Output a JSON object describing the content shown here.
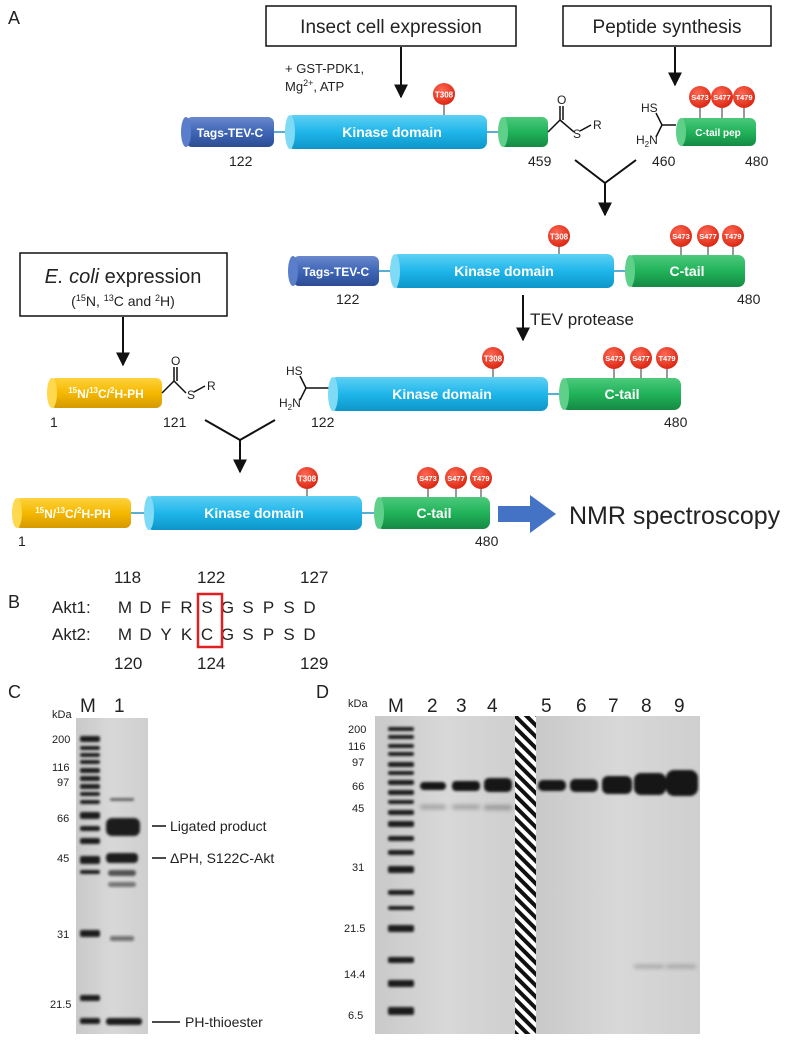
{
  "panels": {
    "a": "A",
    "b": "B",
    "c": "C",
    "d": "D"
  },
  "panel_a": {
    "insect_box": "Insect cell expression",
    "peptide_box": "Peptide synthesis",
    "reagent_line1": "+ GST-PDK1,",
    "reagent_line2_pre": "Mg",
    "reagent_line2_sup": "2+",
    "reagent_line2_post": ", ATP",
    "ecoli_box_italic": "E. coli",
    "ecoli_box_rest": " expression",
    "ecoli_sub_1": "(",
    "ecoli_sub_n": "15",
    "ecoli_sub_2": "N, ",
    "ecoli_sub_c": "13",
    "ecoli_sub_3": "C and ",
    "ecoli_sub_h": "2",
    "ecoli_sub_4": "H)",
    "tev": "TEV protease",
    "nmr": "NMR spectroscopy",
    "tags": "Tags-TEV-C",
    "kinase": "Kinase domain",
    "ctail": "C-tail",
    "ctail_pep": "C-tail pep",
    "ph_label": "N/ C/ H-PH",
    "ph_parts": {
      "n_sup": "15",
      "n": "N/",
      "c_sup": "13",
      "c": "C/",
      "h_sup": "2",
      "h": "H-PH"
    },
    "sites": {
      "t308": "T308",
      "s473": "S473",
      "s477": "S477",
      "t479": "T479"
    },
    "residues": {
      "r1": "1",
      "r121": "121",
      "r122": "122",
      "r459": "459",
      "r460": "460",
      "r480": "480"
    },
    "chem": {
      "o": "O",
      "s": "S",
      "r": "R",
      "hs": "HS",
      "h2n": "H",
      "h2n_sub": "2",
      "h2n_n": "N"
    }
  },
  "panel_b": {
    "top_numbers": [
      "118",
      "122",
      "127"
    ],
    "bottom_numbers": [
      "120",
      "124",
      "129"
    ],
    "akt1_label": "Akt1:",
    "akt2_label": "Akt2:",
    "akt1_seq": [
      "M",
      "D",
      "F",
      "R",
      "S",
      "G",
      "S",
      "P",
      "S",
      "D"
    ],
    "akt2_seq": [
      "M",
      "D",
      "Y",
      "K",
      "C",
      "G",
      "S",
      "P",
      "S",
      "D"
    ],
    "highlight_index": 4,
    "highlight_color": "#e02020"
  },
  "panel_c": {
    "kda": "kDa",
    "lanes": [
      "M",
      "1"
    ],
    "markers": [
      "200",
      "116",
      "97",
      "66",
      "45",
      "31",
      "21.5"
    ],
    "annotations": [
      "Ligated product",
      "ΔPH, S122C-Akt",
      "PH-thioester"
    ]
  },
  "panel_d": {
    "kda": "kDa",
    "lanes": [
      "M",
      "2",
      "3",
      "4",
      "5",
      "6",
      "7",
      "8",
      "9"
    ],
    "markers": [
      "200",
      "116",
      "97",
      "66",
      "45",
      "31",
      "21.5",
      "14.4",
      "6.5"
    ]
  },
  "colors": {
    "tags": "#3f66b7",
    "kinase": "#1fb6ea",
    "ctail": "#21b35a",
    "ph": "#f5b800",
    "site": "#e8321e",
    "arrow": "#4472c4"
  }
}
